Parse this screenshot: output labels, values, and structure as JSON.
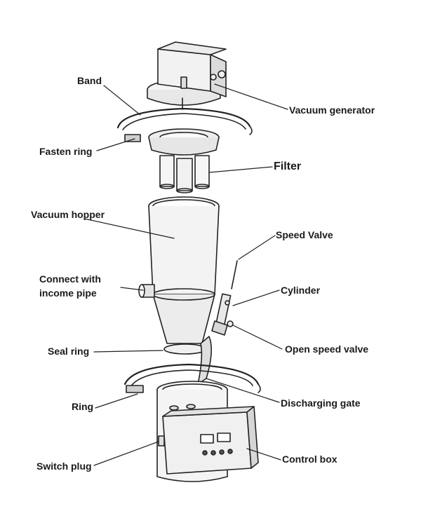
{
  "diagram": {
    "labels": {
      "band": "Band",
      "vacuum_generator": "Vacuum generator",
      "fasten_ring": "Fasten ring",
      "filter": "Filter",
      "vacuum_hopper": "Vacuum hopper",
      "speed_valve": "Speed Valve",
      "connect_with_income_pipe": "Connect with income pipe",
      "cylinder": "Cylinder",
      "seal_ring": "Seal ring",
      "open_speed_valve": "Open speed valve",
      "ring": "Ring",
      "discharging_gate": "Discharging gate",
      "switch_plug": "Switch plug",
      "control_box": "Control box"
    }
  }
}
